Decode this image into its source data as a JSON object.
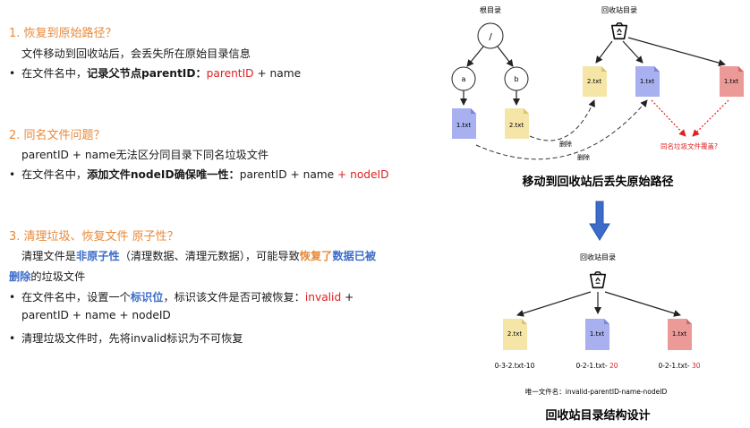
{
  "left": {
    "s1": {
      "title": "1. 恢复到原始路径？",
      "line": "文件移动到回收站后，会丢失所在原始目录信息",
      "bullet": {
        "pre": "在文件名中，",
        "bold": "记录父节点parentID：",
        "red": "parentID",
        "post": " + name"
      }
    },
    "s2": {
      "title": "2. 同名文件问题？",
      "line": "parentID + name无法区分同目录下同名垃圾文件",
      "bullet": {
        "pre": "在文件名中，",
        "bold": "添加文件nodeID确保唯一性：",
        "post": "parentID + name ",
        "red": "+ nodeID"
      }
    },
    "s3": {
      "title": "3. 清理垃圾、恢复文件 原子性？",
      "p1": {
        "a": "清理文件是",
        "b": "非原子性",
        "c": "（清理数据、清理元数据），可能导致",
        "d": "恢复了",
        "e": "数据已被"
      },
      "p2": {
        "a": "删除",
        "b": "的垃圾文件"
      },
      "b1": {
        "a": "在文件名中，设置一个",
        "b": "标识位",
        "c": "，标识该文件是否可被恢复：",
        "d": "invalid",
        "e": " +"
      },
      "b1cont": "parentID + name + nodeID",
      "b2": "清理垃圾文件时，先将invalid标识为不可恢复"
    },
    "bullet_char": "•"
  },
  "diagram_top": {
    "root_label": "根目录",
    "root_node": "/",
    "node_a": "a",
    "node_b": "b",
    "file_a": "1.txt",
    "file_b": "2.txt",
    "bin_label": "回收站目录",
    "bin_files": [
      "2.txt",
      "1.txt",
      "1.txt"
    ],
    "delete1": "删除",
    "delete2": "删除",
    "overwrite": "同名垃圾文件覆盖?",
    "caption": "移动到回收站后丢失原始路径"
  },
  "diagram_bottom": {
    "bin_label": "回收站目录",
    "files": [
      {
        "name": "2.txt",
        "id_pre": "0-3-2.txt-10",
        "id_red": ""
      },
      {
        "name": "1.txt",
        "id_pre": "0-2-1.txt- ",
        "id_red": "20"
      },
      {
        "name": "1.txt",
        "id_pre": "0-2-1.txt- ",
        "id_red": "30"
      }
    ],
    "unique_name": "唯一文件名：invalid-parentID-name-nodeID",
    "caption": "回收站目录结构设计"
  },
  "colors": {
    "orange": "#e8893a",
    "red": "#e02020",
    "blue": "#3b6cc9",
    "file_yellow": "#f5e6a8",
    "file_blue": "#a8b0f0",
    "file_red": "#ec9a98",
    "arrow_blue": "#3b6cc9"
  }
}
